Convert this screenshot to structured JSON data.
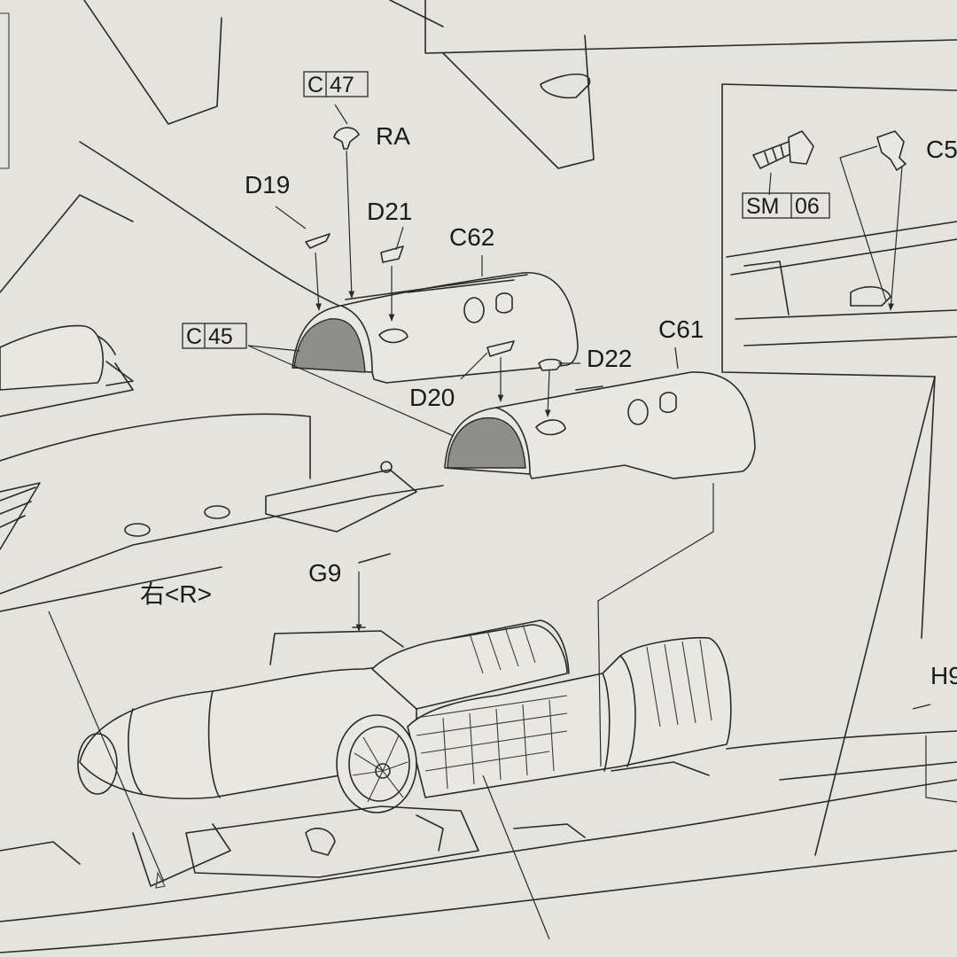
{
  "callouts": {
    "c47": {
      "letter": "C",
      "number": "47"
    },
    "ra": "RA",
    "d19": "D19",
    "d21": "D21",
    "c62": "C62",
    "c45": {
      "letter": "C",
      "number": "45"
    },
    "d20": "D20",
    "d22": "D22",
    "c61": "C61",
    "sm06": {
      "letter": "SM",
      "number": "06"
    },
    "c5": "C5",
    "g9": "G9",
    "right_side": "右<R>",
    "h9": "H9"
  },
  "colors": {
    "paper": "#e4e3de",
    "ink": "#2a2a2a",
    "shading": "#8e8e8c"
  }
}
